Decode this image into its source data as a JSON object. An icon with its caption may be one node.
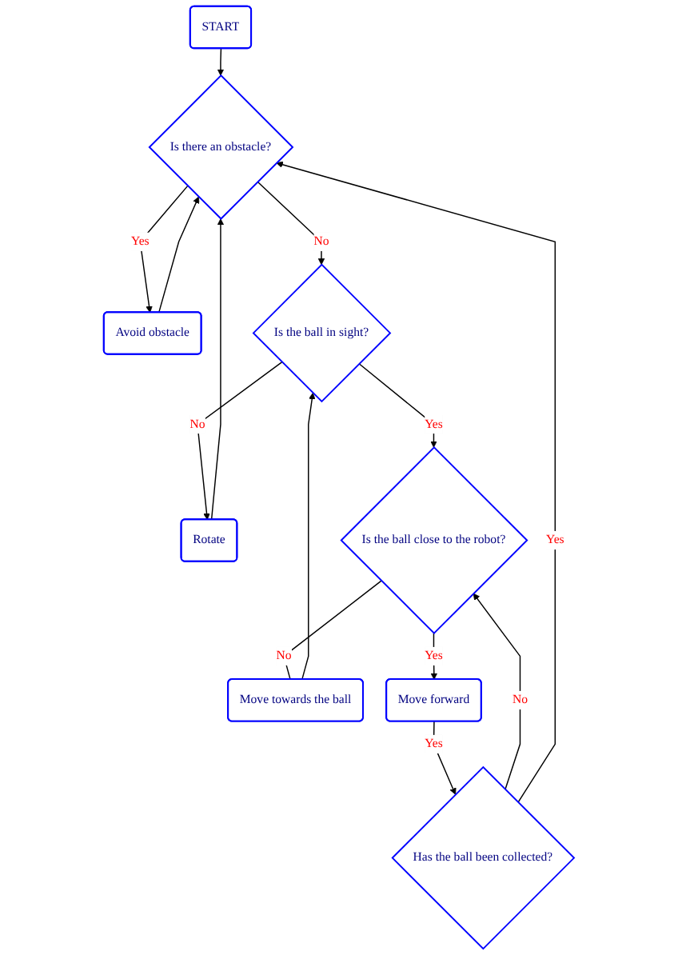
{
  "diagram": {
    "nodes": [
      {
        "text": [
          "START"
        ]
      },
      {
        "text": [
          "Is there an obstacle?"
        ]
      },
      {
        "text": [
          "Avoid obstacle"
        ]
      },
      {
        "text": [
          "Is the ball in sight?"
        ]
      },
      {
        "text": [
          "Rotate"
        ]
      },
      {
        "text": [
          "Move towards the ball"
        ]
      },
      {
        "text": [
          "Is the ball close to the robot?"
        ]
      },
      {
        "text": [
          "Move forward"
        ]
      },
      {
        "text": [
          "Has the ball been collected?"
        ]
      }
    ],
    "edges": [
      {
        "from": 0,
        "to": 1,
        "arrow": "to"
      },
      {
        "from": 1,
        "to": 2,
        "arrow": "to",
        "label": "Yes"
      },
      {
        "from": 2,
        "to": 1,
        "arrow": "to"
      },
      {
        "from": 1,
        "to": 3,
        "arrow": "to",
        "label": "No"
      },
      {
        "from": 3,
        "to": 4,
        "arrow": "to",
        "label": "No"
      },
      {
        "from": 4,
        "to": 1,
        "arrow": "to"
      },
      {
        "from": 3,
        "to": 6,
        "arrow": "to",
        "label": "Yes"
      },
      {
        "from": 6,
        "to": 5,
        "arrow": "none",
        "label": "No"
      },
      {
        "from": 5,
        "to": 3,
        "arrow": "to"
      },
      {
        "from": 6,
        "to": 7,
        "arrow": "to",
        "label": "Yes"
      },
      {
        "from": 7,
        "to": 8,
        "arrow": "to",
        "label": "Yes"
      },
      {
        "from": 8,
        "to": 6,
        "arrow": "to",
        "label": "No"
      },
      {
        "from": 8,
        "to": 1,
        "arrow": "to",
        "label": "Yes"
      }
    ]
  }
}
